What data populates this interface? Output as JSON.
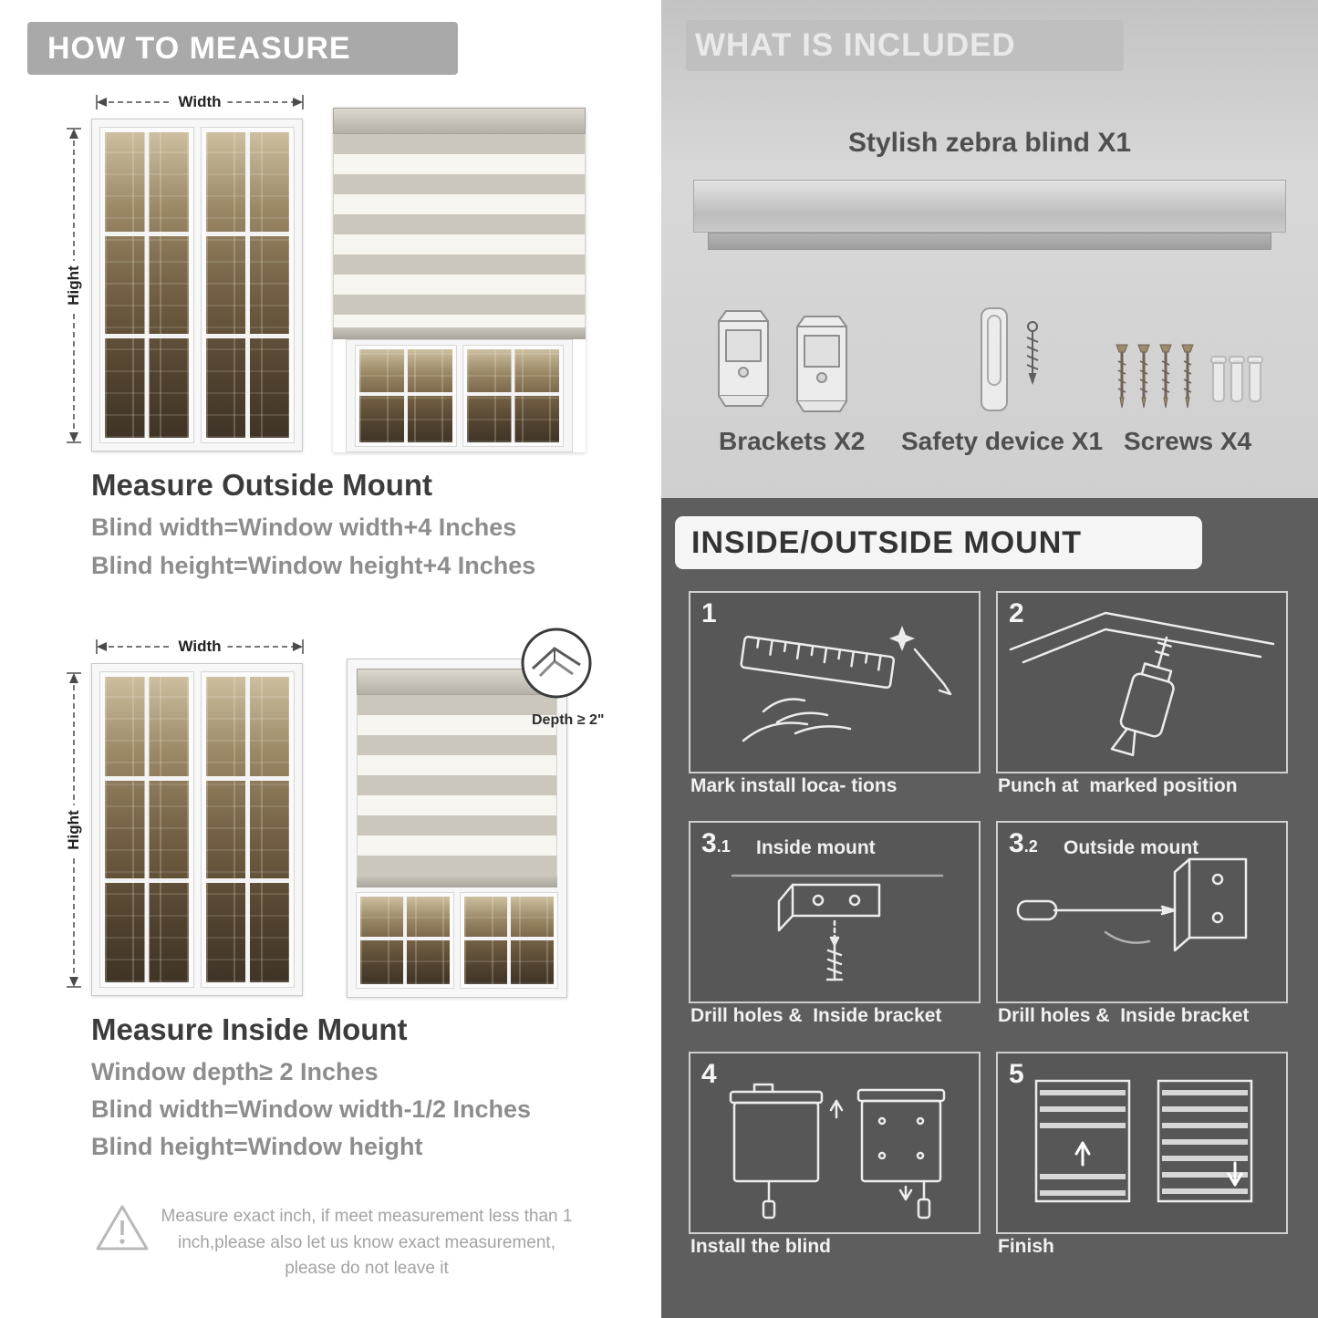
{
  "palette": {
    "header_bar": "#a9a9a9",
    "light_panel": "#d3d3d3",
    "dark_panel": "#5e5e5e",
    "heading_text": "#3c3c3c",
    "body_text": "#8d8d8d"
  },
  "left": {
    "header": "HOW TO MEASURE",
    "outside": {
      "width_label": "Width",
      "height_label": "Hight",
      "title": "Measure Outside Mount",
      "line1": "Blind width=Window width+4 Inches",
      "line2": "Blind height=Window height+4 Inches"
    },
    "inside": {
      "width_label": "Width",
      "height_label": "Hight",
      "depth_label": "Depth ≥ 2\"",
      "title": "Measure Inside Mount",
      "line1": "Window depth≥ 2 Inches",
      "line2": "Blind width=Window width-1/2 Inches",
      "line3": "Blind height=Window height"
    },
    "warning": {
      "text": "Measure exact inch, if meet measurement less than 1 inch,please also let us know exact measurement, please do not leave it"
    }
  },
  "right": {
    "included": {
      "header": "WHAT IS INCLUDED",
      "product": "Stylish zebra blind X1",
      "items": [
        {
          "label": "Brackets X2"
        },
        {
          "label": "Safety device X1"
        },
        {
          "label": "Screws X4"
        }
      ]
    },
    "mount": {
      "header": "INSIDE/OUTSIDE MOUNT",
      "steps": [
        {
          "num": "1",
          "sub": "",
          "title": "",
          "caption": "Mark install loca- tions"
        },
        {
          "num": "2",
          "sub": "",
          "title": "",
          "caption": "Punch at  marked position"
        },
        {
          "num": "3",
          "sub": ".1",
          "title": "Inside mount",
          "caption": "Drill holes &  Inside bracket"
        },
        {
          "num": "3",
          "sub": ".2",
          "title": "Outside mount",
          "caption": "Drill holes &  Inside bracket"
        },
        {
          "num": "4",
          "sub": "",
          "title": "",
          "caption": "Install the blind"
        },
        {
          "num": "5",
          "sub": "",
          "title": "",
          "caption": "Finish"
        }
      ]
    }
  }
}
